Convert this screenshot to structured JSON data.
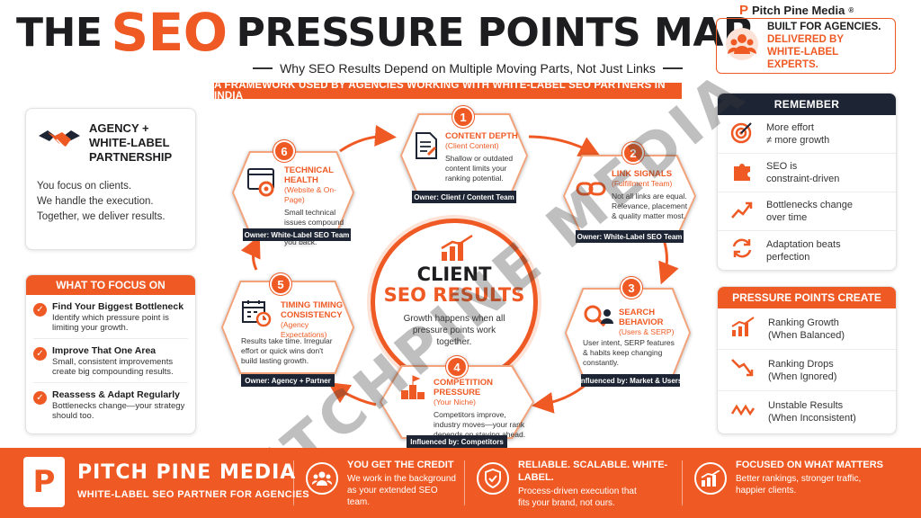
{
  "header": {
    "title_part1": "THE",
    "title_seo": "SEO",
    "title_part2": "PRESSURE POINTS MAP",
    "subtitle": "Why SEO Results Depend on Multiple Moving Parts, Not Just Links",
    "ribbon": "A FRAMEWORK USED BY AGENCIES WORKING WITH WHITE-LABEL SEO PARTNERS IN INDIA"
  },
  "brand_top": {
    "logo_letter": "P",
    "name": "Pitch Pine Media",
    "mark": "®"
  },
  "agency_box": {
    "line1": "BUILT FOR AGENCIES.",
    "line2": "DELIVERED BY",
    "line3": "WHITE-LABEL EXPERTS."
  },
  "partner_card": {
    "title_line1": "AGENCY +",
    "title_line2": "WHITE-LABEL",
    "title_line3": "PARTNERSHIP",
    "lines": [
      "You focus on clients.",
      "We handle the execution.",
      "Together, we deliver results."
    ]
  },
  "focus_card": {
    "heading": "WHAT TO FOCUS ON",
    "items": [
      {
        "title": "Find Your Biggest Bottleneck",
        "desc": "Identify which pressure point is limiting your growth."
      },
      {
        "title": "Improve That One Area",
        "desc": "Small, consistent improvements create big compounding results."
      },
      {
        "title": "Reassess & Adapt Regularly",
        "desc": "Bottlenecks change—your strategy should too."
      }
    ]
  },
  "remember_card": {
    "heading": "REMEMBER",
    "items": [
      {
        "icon": "target-icon",
        "text_line1": "More effort",
        "text_line2": "≠ more growth"
      },
      {
        "icon": "puzzle-icon",
        "text_line1": "SEO is",
        "text_line2": "constraint-driven"
      },
      {
        "icon": "trend-icon",
        "text_line1": "Bottlenecks change",
        "text_line2": "over time"
      },
      {
        "icon": "refresh-icon",
        "text_line1": "Adaptation beats",
        "text_line2": "perfection"
      }
    ]
  },
  "pressure_card": {
    "heading": "PRESSURE POINTS CREATE",
    "items": [
      {
        "icon": "growth-chart-icon",
        "text_line1": "Ranking Growth",
        "text_line2": "(When Balanced)"
      },
      {
        "icon": "drop-arrow-icon",
        "text_line1": "Ranking Drops",
        "text_line2": "(When Ignored)"
      },
      {
        "icon": "zigzag-icon",
        "text_line1": "Unstable Results",
        "text_line2": "(When Inconsistent)"
      }
    ]
  },
  "center": {
    "title_line1": "CLIENT",
    "title_line2": "SEO RESULTS",
    "desc": "Growth happens when all pressure points work together."
  },
  "nodes": [
    {
      "num": "1",
      "title": "CONTENT DEPTH",
      "sub": "(Client Content)",
      "desc": "Shallow or outdated content limits your ranking potential.",
      "owner": "Owner: Client / Content Team"
    },
    {
      "num": "2",
      "title": "LINK SIGNALS",
      "sub": "(Fulfillment Team)",
      "desc": "Not all links are equal. Relevance, placement & quality matter most.",
      "owner": "Owner: White-Label SEO Team"
    },
    {
      "num": "3",
      "title": "SEARCH BEHAVIOR",
      "sub": "(Users & SERP)",
      "desc": "User intent, SERP features & habits keep changing constantly.",
      "owner": "Influenced by: Market & Users"
    },
    {
      "num": "4",
      "title": "COMPETITION PRESSURE",
      "sub": "(Your Niche)",
      "desc": "Competitors improve, industry moves—your rank depends on staying ahead.",
      "owner": "Influenced by: Competitors"
    },
    {
      "num": "5",
      "title": "TIMING TIMING CONSISTENCY",
      "sub": "(Agency Expectations)",
      "desc": "Results take time. Irregular effort or quick wins don't build lasting growth.",
      "owner": "Owner: Agency + Partner"
    },
    {
      "num": "6",
      "title": "TECHNICAL HEALTH",
      "sub": "(Website & On-Page)",
      "desc": "Small technical issues compound over time and hold you back.",
      "owner": "Owner: White-Label SEO Team"
    }
  ],
  "footer": {
    "logo_letter": "P",
    "brand": "PITCH PINE MEDIA",
    "tagline": "WHITE-LABEL SEO PARTNER FOR AGENCIES",
    "columns": [
      {
        "icon": "team-icon",
        "heading": "YOU GET THE CREDIT",
        "desc_line1": "We work in the background",
        "desc_line2": "as your extended SEO team."
      },
      {
        "icon": "shield-check-icon",
        "heading": "RELIABLE. SCALABLE. WHITE-LABEL.",
        "desc_line1": "Process-driven execution that",
        "desc_line2": "fits your brand, not ours."
      },
      {
        "icon": "bar-chart-icon",
        "heading": "FOCUSED ON WHAT MATTERS",
        "desc_line1": "Better rankings, stronger traffic,",
        "desc_line2": "happier clients."
      }
    ]
  },
  "watermark": "PITCHPINE MEDIA",
  "colors": {
    "accent": "#ef5a24",
    "dark": "#1d2433",
    "soft": "#f3a27a"
  }
}
